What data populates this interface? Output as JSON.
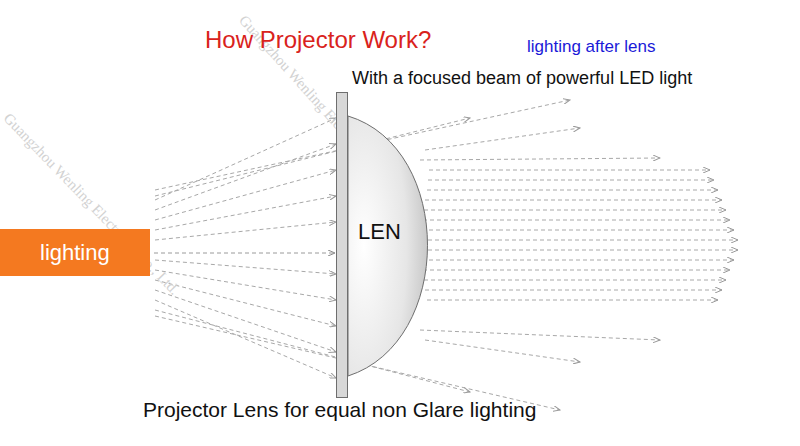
{
  "diagram": {
    "title": "How Projector Work?",
    "caption": "Projector Lens for equal non Glare lighting",
    "nodes": [
      {
        "text": [
          "lighting"
        ]
      },
      {
        "text": [
          "LEN"
        ]
      }
    ],
    "edges": [
      {
        "from": 0,
        "to": 1,
        "arrow": "to"
      }
    ],
    "labels": [
      "lighting after lens",
      "With a focused beam of powerful LED light",
      "Guangzhou Wenling Electronic Co., Ltd.",
      "Guangzhou Wenling Electronic Co., Ltd."
    ]
  }
}
